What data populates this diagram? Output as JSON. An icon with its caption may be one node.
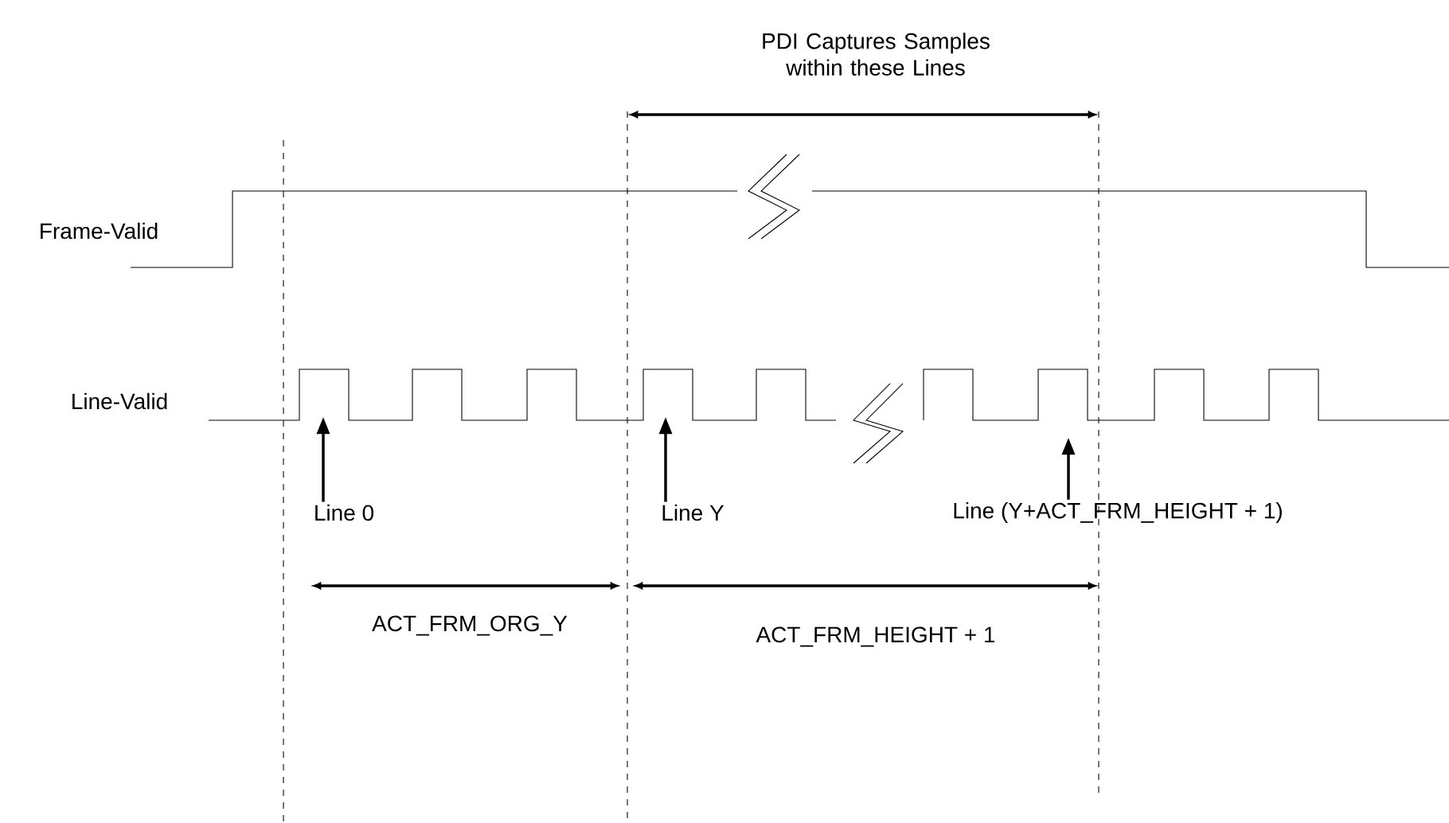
{
  "diagram": {
    "nodes": [
      {
        "text": [
          "Line 0"
        ]
      },
      {
        "text": [
          "Line Y"
        ]
      },
      {
        "text": [
          "Line (Y+ACT_FRM_HEIGHT + 1)"
        ]
      }
    ],
    "edges": [
      {
        "from": 0,
        "to": null,
        "arrow": "to"
      },
      {
        "from": 1,
        "to": null,
        "arrow": "to"
      },
      {
        "from": 2,
        "to": null,
        "arrow": "to"
      }
    ],
    "labels": [
      "PDI Captures Samples within these Lines",
      "Frame-Valid",
      "Line-Valid",
      "ACT_FRM_ORG_Y",
      "ACT_FRM_HEIGHT + 1"
    ]
  }
}
